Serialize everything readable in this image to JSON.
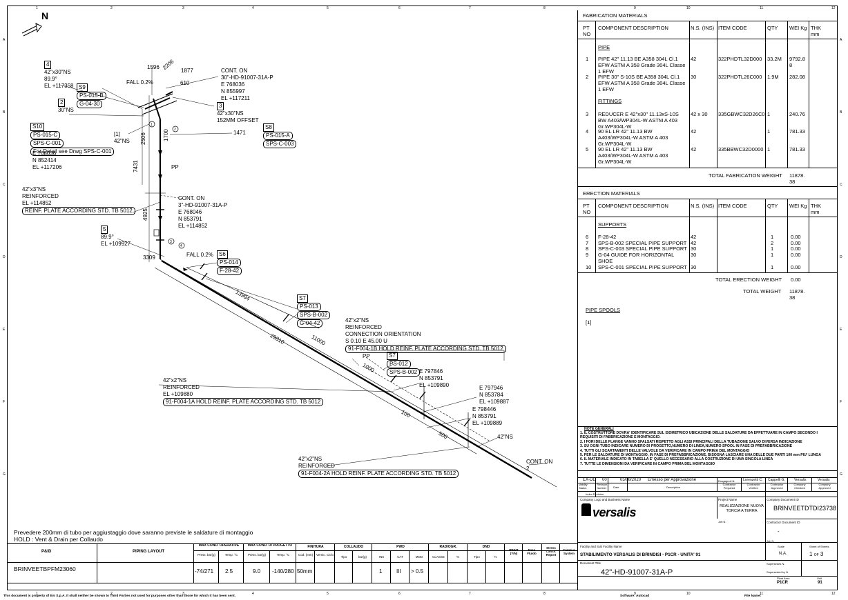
{
  "ruler": {
    "cols": [
      "1",
      "2",
      "3",
      "4",
      "5",
      "6",
      "7",
      "8",
      "9",
      "10",
      "11",
      "12"
    ],
    "rows": [
      "A",
      "B",
      "C",
      "D",
      "E",
      "F",
      "G"
    ]
  },
  "drawing": {
    "north": "N",
    "callouts": {
      "c4": {
        "num": "4",
        "l1": "42\"x30\"NS",
        "l2": "89.9°",
        "l3": "EL +117358"
      },
      "c2": {
        "num": "2",
        "l1": "30\"NS"
      },
      "s9": {
        "tag": "S9",
        "p1": "PS-015-B",
        "p2": "G-04-30"
      },
      "s10": {
        "tag": "S10",
        "p1": "PS-015-C",
        "p2": "SPS-C-001",
        "p3": "For Detail see Drwg SPS-C-001"
      },
      "coord1": {
        "l1": "E 768036",
        "l2": "N 852414",
        "l3": "EL +117206"
      },
      "c1": {
        "l1": "[1]",
        "l2": "42\"NS"
      },
      "fall1": "FALL 0.2%",
      "d1596": "1596",
      "d2206": "2206",
      "d1877": "1877",
      "d610": "610",
      "conton1": {
        "l1": "CONT. ON",
        "l2": "30\"-HD-91007-31A-P",
        "l3": "E 768036",
        "l4": "N 855997",
        "l5": "EL +117211"
      },
      "c3": {
        "num": "3",
        "l1": "42\"x30\"NS",
        "l2": "152MM OFFSET"
      },
      "d1471": "1471",
      "s8": {
        "tag": "S8",
        "p1": "PS-015-A",
        "p2": "SPS-C-003"
      },
      "d2506": "2506",
      "d1700": "1700",
      "pp1": "PP",
      "d7431": "7431",
      "reinf1": {
        "l1": "42\"x3\"NS",
        "l2": "REINFORCED",
        "l3": "EL +114852",
        "l4": "REINF. PLATE ACCORDING STD. TB 5012"
      },
      "conton2": {
        "l1": "CONT. ON",
        "l2": "3\"-HD-91007-31A-P",
        "l3": "E 768046",
        "l4": "N 853791",
        "l5": "EL +114852"
      },
      "d4925": "4925",
      "c5": {
        "num": "5",
        "l1": "89.9°",
        "l2": "EL +109927"
      },
      "d3309": "3309",
      "fall2": "FALL 0.2%",
      "s6": {
        "tag": "S6",
        "p1": "PS-014",
        "p2": "F-28-42"
      },
      "d13994": "13994",
      "s7a": {
        "tag": "S7",
        "p1": "PS-013",
        "p2": "SPS-B-002",
        "p3": "G-04-42"
      },
      "conn": {
        "l1": "42\"x2\"NS",
        "l2": "REINFORCED",
        "l3": "CONNECTION ORIENTATION",
        "l4": "S 0.10 E 45.00 U",
        "l5": "91-F004-1B HOLD REINF. PLATE ACCORDING STD. TB 5012"
      },
      "d29810": "29810",
      "d11000": "11000",
      "pp2": "PP",
      "d1000": "1000",
      "s7b": {
        "tag": "S7",
        "p1": "PS-012",
        "p2": "SPS-B-002"
      },
      "coord2": {
        "l1": "E 797846",
        "l2": "N 853791",
        "l3": "EL +109890"
      },
      "reinf2": {
        "l1": "42\"x2\"NS",
        "l2": "REINFORCED",
        "l3": "EL +109880",
        "l4": "91-F004-1A HOLD REINF. PLATE ACCORDING STD. TB 5012"
      },
      "coord3": {
        "l1": "E 797946",
        "l2": "N 853784",
        "l3": "EL +109887"
      },
      "coord4": {
        "l1": "E 798446",
        "l2": "N 853791",
        "l3": "EL +109889"
      },
      "d100": "100",
      "d500": "500",
      "ns42": "42\"NS",
      "reinf3": {
        "l1": "42\"x2\"NS",
        "l2": "REINFORCED",
        "l3": "91-F004-2A HOLD REINF. PLATE ACCORDING STD. TB 5012"
      },
      "conton3": {
        "l1": "CONT. ON",
        "l2": "2"
      }
    },
    "bottom_note": {
      "l1": "Prevedere 200mm di tubo per aggiustaggio dove saranno previste le saldature di montaggio",
      "l2": "HOLD : Vent & Drain per Collaudo"
    }
  },
  "bottom_table": {
    "pid_h": "P&ID",
    "layout_h": "PIPING LAYOUT",
    "max_op_h": "MAX COND. OPERATIVE",
    "max_des_h": "MAX COND. DI PROGETTO",
    "fin_h": "FINITURA",
    "coll_h": "COLLAUDO",
    "pwd_h": "PWD",
    "rad_h": "RADIOGR.",
    "dnd_h": "DND",
    "pwht_h": "PWHT (Y/N)",
    "fase_h": "Fase Fluido",
    "stress_h": "Stress Calcol. Report",
    "comm_h": "Comm.n System",
    "press1": "Press. bar(g)",
    "temp1": "Temp. °C",
    "press2": "Press. bar(g)",
    "temp2": "Temp. °C",
    "cod": "Cod. (mm)",
    "vernic": "Vernic. Ciclo",
    "tipo": "Tipo",
    "barg": "bar(g)",
    "ins": "INS",
    "cat": "CAT",
    "mod": "MOD",
    "classe": "CLASSE",
    "pct1": "%",
    "tipo2": "Tipo",
    "pct2": "%",
    "pid": "BRINVEETBPFM23060",
    "v_press1": "-74/271",
    "v_temp1": "2.5",
    "v_press2": "9.0",
    "v_temp2": "-140/280",
    "v_cod": "50mm",
    "v_ins": "1",
    "v_cat": "III",
    "v_mod": "> 0.5"
  },
  "materials": {
    "fab_title": "FABRICATION MATERIALS",
    "hdr": {
      "pt": "PT NO",
      "desc": "COMPONENT DESCRIPTION",
      "ns": "N.S. (INS)",
      "code": "ITEM CODE",
      "qty": "QTY",
      "wei": "WEI Kg",
      "thk": "THK mm"
    },
    "pipe_h": "PIPE",
    "pipe": [
      {
        "pt": "1",
        "desc": "PIPE 42\" 11.13 BE A358 304L Cl.1 EFW ASTM A 358 Grade 304L Classe 1 EFW",
        "ns": "42",
        "code": "322PHDTL32D000",
        "qty": "33.2M",
        "wei": "9792.8 8"
      },
      {
        "pt": "2",
        "desc": "PIPE 30\" S-10S BE A358 304L Cl.1 EFW ASTM A 358 Grade 304L Classe 1 EFW",
        "ns": "30",
        "code": "322PHDTL26C000",
        "qty": "1.9M",
        "wei": "282.08"
      }
    ],
    "fit_h": "FITTINGS",
    "fittings": [
      {
        "pt": "3",
        "desc": "REDUCER E 42\"x30\" 11.13xS-10S BW A403/WP304L-W ASTM A 403 Gr.WP304L-W",
        "ns": "42 x 30",
        "code": "335GBWC32D26C0",
        "qty": "1",
        "wei": "240.76"
      },
      {
        "pt": "4",
        "desc": "90 EL LR 42\" 11.13 BW A403/WP304L-W ASTM A 403 Gr.WP304L-W",
        "ns": "42",
        "code": "",
        "qty": "1",
        "wei": "781.33"
      },
      {
        "pt": "5",
        "desc": "90 EL LR 42\" 11.13 BW A403/WP304L-W ASTM A 403 Gr.WP304L-W",
        "ns": "42",
        "code": "335BBWC32D0000",
        "qty": "1",
        "wei": "781.33"
      }
    ],
    "tfw_label": "TOTAL FABRICATION WEIGHT",
    "tfw_value": "11878. 38",
    "ere_title": "ERECTION MATERIALS",
    "sup_h": "SUPPORTS",
    "supports": [
      {
        "pt": "6",
        "desc": "F-28-42",
        "ns": "42",
        "qty": "1",
        "wei": "0.00"
      },
      {
        "pt": "7",
        "desc": "SPS-B-002 SPECIAL PIPE SUPPORT",
        "ns": "42",
        "qty": "2",
        "wei": "0.00"
      },
      {
        "pt": "8",
        "desc": "SPS-C-003 SPECIAL PIPE SUPPORT",
        "ns": "30",
        "qty": "1",
        "wei": "0.00"
      },
      {
        "pt": "9",
        "desc": "G-04 GUIDE FOR HORIZONTAL SHOE",
        "ns": "30",
        "qty": "1",
        "wei": "0.00"
      },
      {
        "pt": "10",
        "desc": "SPS-C-001 SPECIAL PIPE SUPPORT",
        "ns": "30",
        "qty": "1",
        "wei": "0.00"
      }
    ],
    "tew_label": "TOTAL ERECTION WEIGHT",
    "tew_value": "0.00",
    "tw_label": "TOTAL WEIGHT",
    "tw_value": "11878. 38",
    "spools_title": "PIPE SPOOLS",
    "spool1": "[1]"
  },
  "notes": {
    "title": "NOTE GENERALI",
    "items": [
      "1. IL COSTRUTTORE DOVRA' IDENTIFICARE SUL ISOMETRICO UBICAZIONE DELLE SALDATURE DA EFFETTUARE IN CAMPO SECONDO I REQUISITI DI FABBRICAZIONE E MONTAGGIO.",
      "2. I FORI DELLE FLANGE VANNO SFALSATI RISPETTO AGLI ASSI PRINCIPALI DELLA TUBAZIONE SALVO DIVERSA INDICAZIONE",
      "3. SU OGNI TUBO INDICARE NUMERO DI PROGETTO,NUMERO DI LINEA,NUMERO SPOOL IN FASE DI PREFABBRICAZIONE",
      "4. TUTTI GLI SCARTAMENTI DELLE VALVOLE DA VERIFICARE IN CAMPO PRIMA DEL MONTAGGIO",
      "5. PER LE SALDATURE DI MONTAGGIO, IN FASE DI PREFABBRICAZIONE, BISOGNA LASCIARE UNA DELLE DUE PARTI 100 mm PIU' LUNGA",
      "6. IL MATERIALE INDICATO IN TABELLA E' QUELLO NECESSARIO ALLA COSTRUZIONE DI UNA SINGOLA LINEA",
      "7. TUTTE LE DIMENSIONI DA VERIFICARE IN CAMPO PRIMA DEL MONTAGGIO"
    ]
  },
  "title_block": {
    "rev": {
      "code": "EX-DE",
      "num": "00",
      "date": "05/08/2020",
      "desc": "Emesso per Approvazione",
      "p1": "Dragagnoli N.",
      "p2": "Lorenzetti C.",
      "p3": "Cappelli G.",
      "p4": "Versalis",
      "p5": "Versalis"
    },
    "h_validity": "Validity Status",
    "h_revnum": "Revision Number",
    "h_date": "Date",
    "h_desc": "Description",
    "h_cp": "Contractor Prepared",
    "h_cv": "Contractor Verified",
    "h_ca": "Contractor Approved",
    "h_cc": "Company Checked",
    "h_cap": "Company Approved",
    "h_index": "Index Revision",
    "logo_h": "Company Logo and Business Name",
    "logo": "versalis",
    "proj_h": "Project Name",
    "proj": "REALIZZAZIONE NUOVA TORCIA A TERRA",
    "job_h": "Job N.",
    "docid_h": "Company Document ID",
    "docid": "BRINVEETDTDI23738",
    "contr_h": "Contractor Document ID",
    "contr": "-",
    "job2_h": "Job N.",
    "facility_h": "Facility and Sub Facility Name",
    "facility": "STABILIMENTO VERSALIS DI BRINDISI - P1CR - UNITA' 91",
    "scale_h": "Scale",
    "scale": "N.A.",
    "sheet_h": "Sheet of Sheets",
    "sheet": "1",
    "sheet_of": "OF",
    "sheet_total": "3",
    "doctitle_h": "Document Title",
    "doctitle": "42\"-HD-91007-31A-P",
    "supersedes_h": "Supersedes N.",
    "superseded_h": "Superseded by N.",
    "plant_h": "Plant Area",
    "plant": "P1CR",
    "unit_h": "Unit",
    "unit": "91"
  },
  "footer": {
    "disclaimer": "This document is property of Eni S.p.A. It shall neither be shown to Third Parties not used for purposes other than those for which it has been sent.",
    "software": "Software: Autocad",
    "filename": "File Name:"
  }
}
